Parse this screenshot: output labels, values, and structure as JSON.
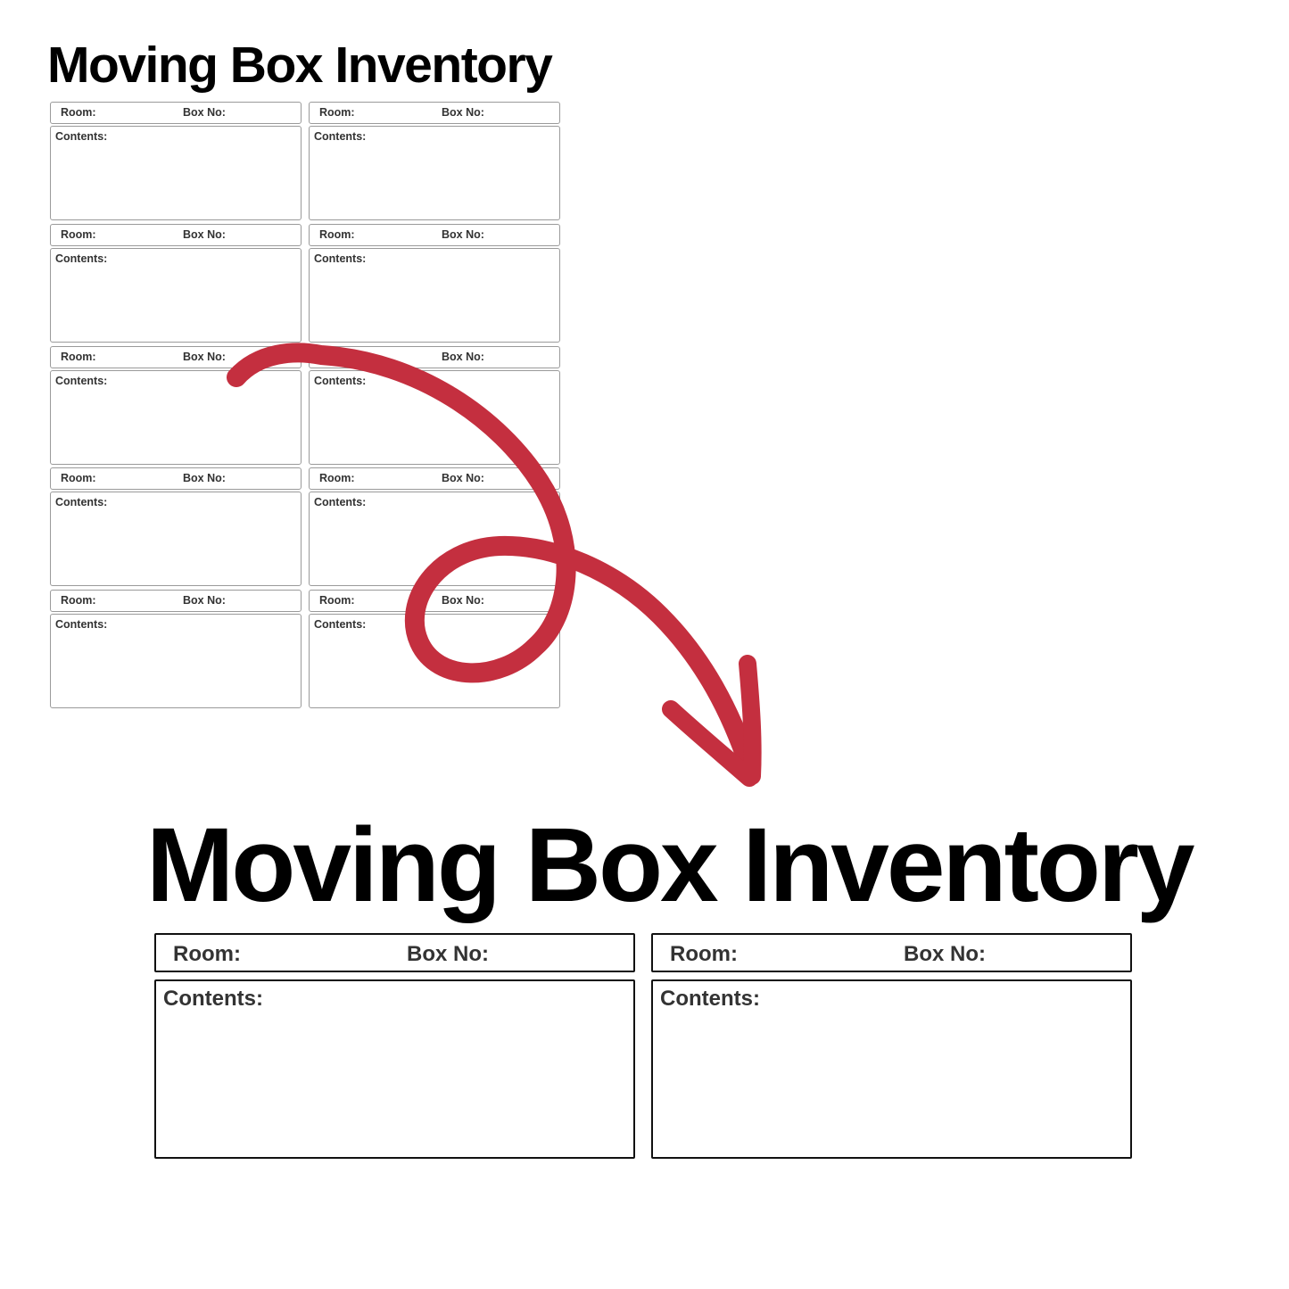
{
  "title": "Moving Box Inventory",
  "labels": {
    "room": "Room:",
    "box_no": "Box No:",
    "contents": "Contents:"
  },
  "small_cards_count": 10,
  "large_cards_count": 2,
  "arrow_color": "#c42f3f"
}
